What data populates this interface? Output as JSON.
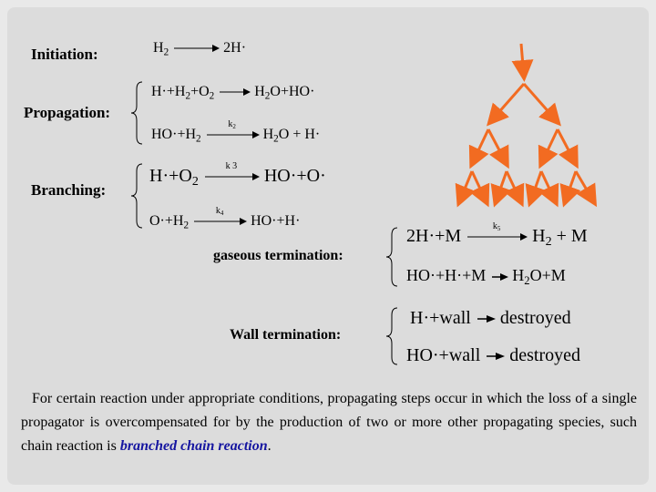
{
  "labels": {
    "initiation": "Initiation:",
    "propagation": "Propagation:",
    "branching": "Branching:",
    "gaseous": "gaseous termination:",
    "wall": "Wall termination:"
  },
  "equations": {
    "init": {
      "lhs": "H",
      "lhs_sub": "2",
      "rhs": "2H·"
    },
    "prop1": {
      "lhs": "H·+H",
      "lhs_sub": "2",
      "lhs_mid": "+O",
      "lhs_sub2": "2",
      "rhs": "H",
      "rhs_sub": "2",
      "rhs_mid": "O+HO·"
    },
    "prop2": {
      "lhs": "HO·+H",
      "lhs_sub": "2",
      "k": "k",
      "k_sub": "2",
      "rhs": "H",
      "rhs_sub": "2",
      "rhs_mid": "O + H·"
    },
    "br1": {
      "lhs": "H·+O",
      "lhs_sub": "2",
      "k": "k 3",
      "rhs": "HO·+O·"
    },
    "br2": {
      "lhs": "O·+H",
      "lhs_sub": "2",
      "k": "k",
      "k_sub": "4",
      "rhs": "HO·+H·"
    },
    "gt1": {
      "lhs": "2H·+M",
      "k": "k",
      "k_sub": "5",
      "rhs": "H",
      "rhs_sub": "2",
      "rhs_mid": " + M"
    },
    "gt2": {
      "lhs": "HO·+H·+M",
      "rhs": "H",
      "rhs_sub": "2",
      "rhs_mid": "O+M"
    },
    "wt1": {
      "lhs": "H·+wall",
      "rhs": "destroyed"
    },
    "wt2": {
      "lhs": "HO·+wall",
      "rhs": "destroyed"
    }
  },
  "paragraph": {
    "text": "For certain reaction under appropriate conditions, propagating steps occur in which the loss of a single propagator is overcompensated for by the production of two or more other propagating species, such chain reaction is ",
    "highlight": "branched chain reaction",
    "end": "."
  },
  "colors": {
    "tree": "#f26b21",
    "highlight": "#1515a0"
  }
}
